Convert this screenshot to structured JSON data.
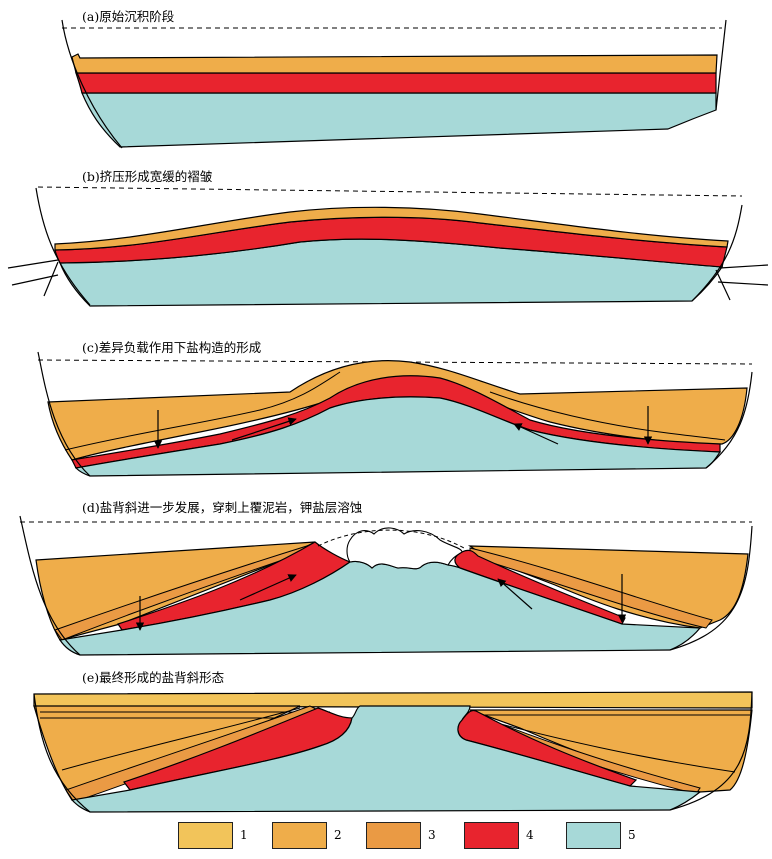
{
  "panels": [
    {
      "id": "a",
      "label": "(a)原始沉积阶段"
    },
    {
      "id": "b",
      "label": "(b)挤压形成宽缓的褶皱"
    },
    {
      "id": "c",
      "label": "(c)差异负载作用下盐构造的形成"
    },
    {
      "id": "d",
      "label": "(d)盐背斜进一步发展，穿刺上覆泥岩，钾盐层溶蚀"
    },
    {
      "id": "e",
      "label": "(e)最终形成的盐背斜形态"
    }
  ],
  "legend": [
    {
      "num": "1",
      "color": "#f2c45a"
    },
    {
      "num": "2",
      "color": "#efad4a"
    },
    {
      "num": "3",
      "color": "#ea9a44"
    },
    {
      "num": "4",
      "color": "#e8242e"
    },
    {
      "num": "5",
      "color": "#a7d9d8"
    }
  ],
  "colors": {
    "layer1": "#f2c45a",
    "layer2": "#efad4a",
    "layer3": "#ea9a44",
    "salt": "#e8242e",
    "basement": "#a7d9d8",
    "line": "#000000"
  }
}
